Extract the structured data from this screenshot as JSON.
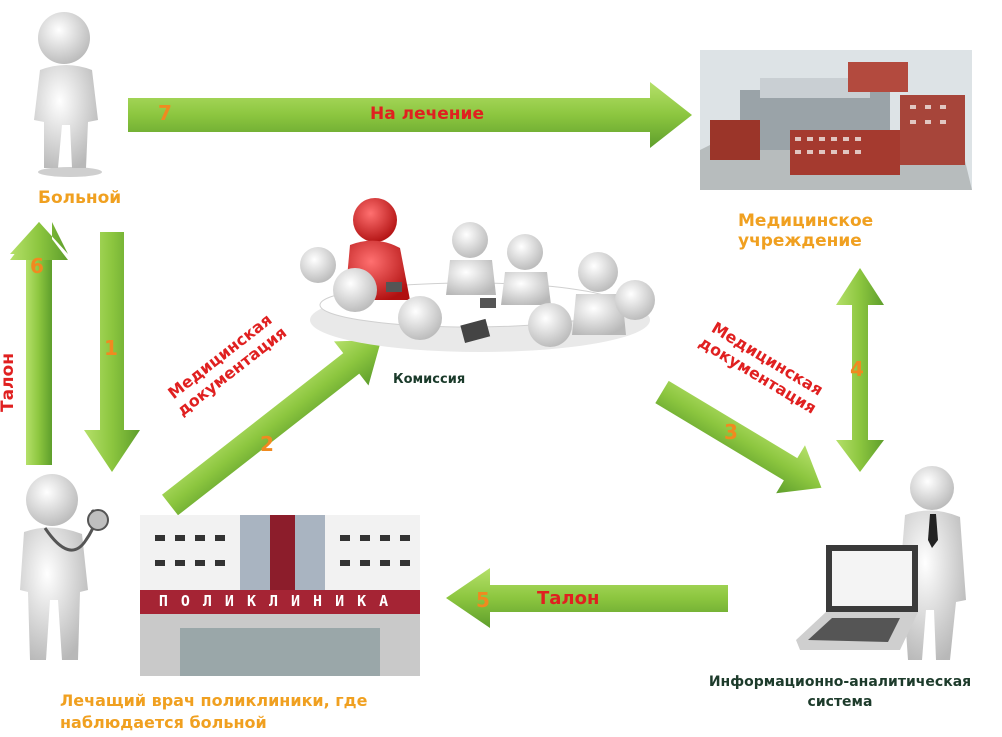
{
  "nodes": {
    "patient": "Больной",
    "institution": "Медицинское учреждение",
    "commission": "Комиссия",
    "doctor_line1": "Лечащий врач поликлиники, где",
    "doctor_line2": "наблюдается  больной",
    "system_line1": "Информационно-аналитическая",
    "system_line2": "система",
    "clinic_sign": "ПОЛИКЛИНИКА"
  },
  "arrows": {
    "a1": "1",
    "a2": "2",
    "a2_label1": "Медицинская",
    "a2_label2": "документация",
    "a3": "3",
    "a3_label1": "Медицинская",
    "a3_label2": "документация",
    "a4": "4",
    "a5": "5",
    "a5_label": "Талон",
    "a6": "6",
    "a6_label": "Талон",
    "a7": "7",
    "a7_label": "На лечение"
  },
  "colors": {
    "arrow_green": "#8cc63f",
    "arrow_dark": "#5a9a2a",
    "text_orange": "#f0a020",
    "text_red": "#e02020"
  }
}
